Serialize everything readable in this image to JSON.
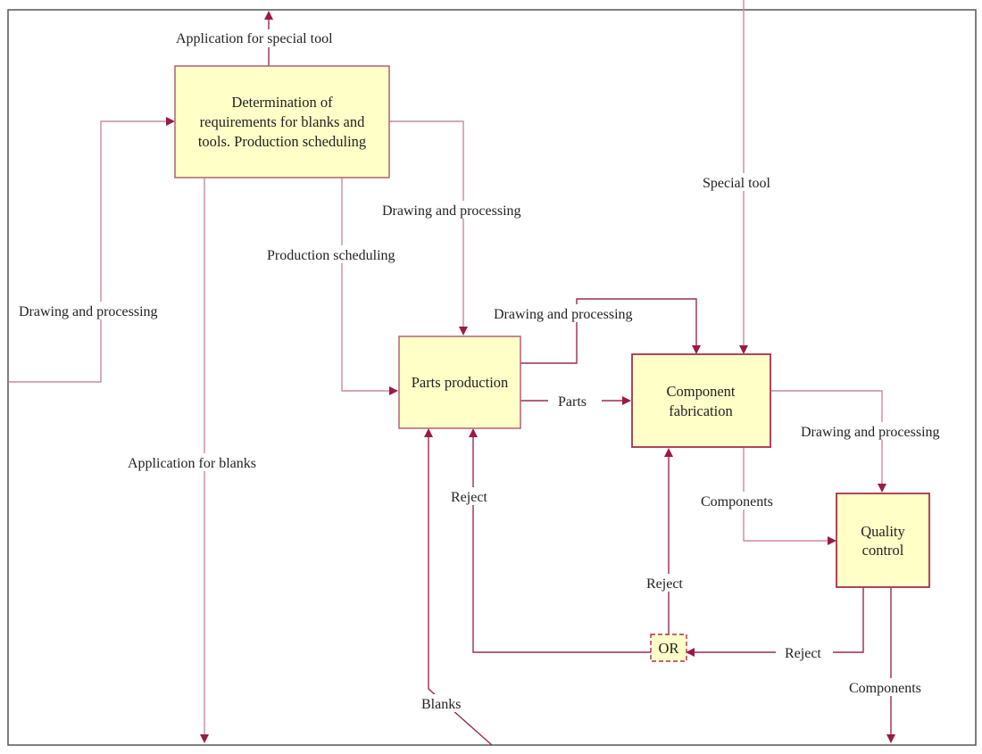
{
  "diagram": {
    "type": "IDEF0 process flow",
    "colors": {
      "flow_line": "#9b2a55",
      "box_fill": "#ffffc8",
      "box_border": "#b56a78",
      "text": "#222222"
    },
    "boxes": {
      "determination": {
        "lines": [
          "Determination of",
          "requirements for blanks and",
          "tools. Production scheduling"
        ]
      },
      "parts_production": {
        "lines": [
          "Parts production"
        ]
      },
      "component_fabrication": {
        "lines": [
          "Component",
          "fabrication"
        ]
      },
      "quality_control": {
        "lines": [
          "Quality",
          "control"
        ]
      },
      "or_junction": {
        "label": "OR"
      }
    },
    "labels": {
      "application_for_special_tool": "Application for special tool",
      "special_tool": "Special tool",
      "drawing_processing_left": "Drawing and processing",
      "drawing_processing_top": "Drawing and processing",
      "production_scheduling": "Production scheduling",
      "drawing_processing_middle": "Drawing and processing",
      "parts": "Parts",
      "drawing_processing_right": "Drawing and processing",
      "components_to_qc": "Components",
      "reject_parts": "Reject",
      "reject_component": "Reject",
      "reject_qc": "Reject",
      "application_for_blanks": "Application for blanks",
      "blanks": "Blanks",
      "components_out": "Components"
    }
  }
}
